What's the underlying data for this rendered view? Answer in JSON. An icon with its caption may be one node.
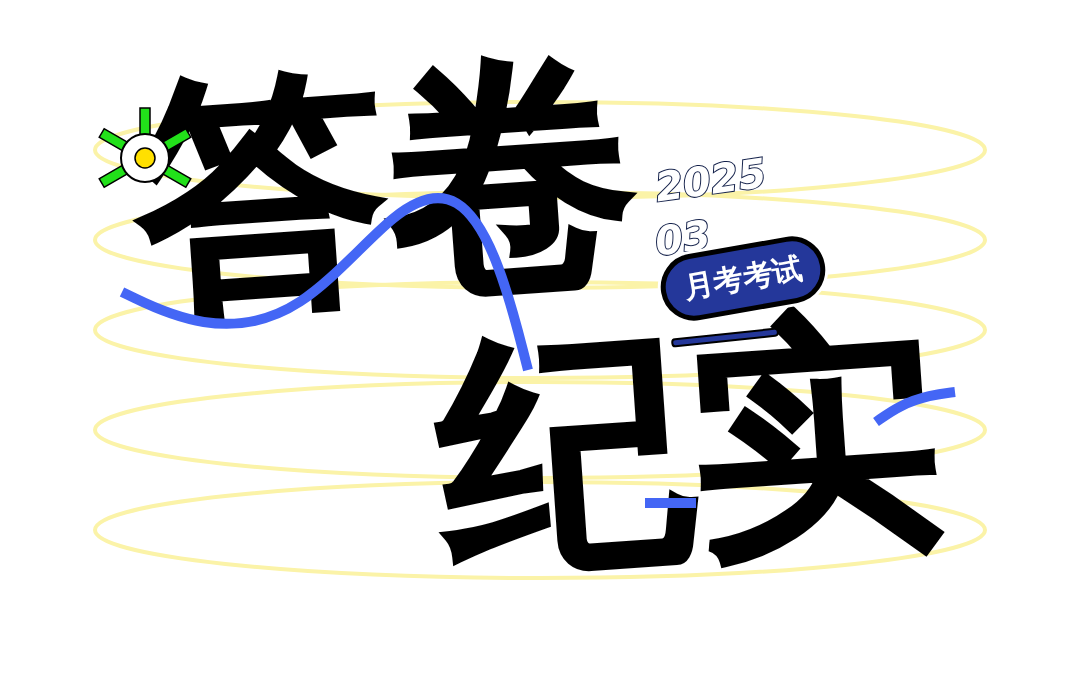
{
  "diagram": {
    "nodes": [
      {
        "text": [
          "月考考试"
        ]
      },
      {
        "text": [],
        "shape": "bar"
      }
    ],
    "labels": [
      "答卷",
      "2025",
      "03",
      "纪实"
    ]
  }
}
